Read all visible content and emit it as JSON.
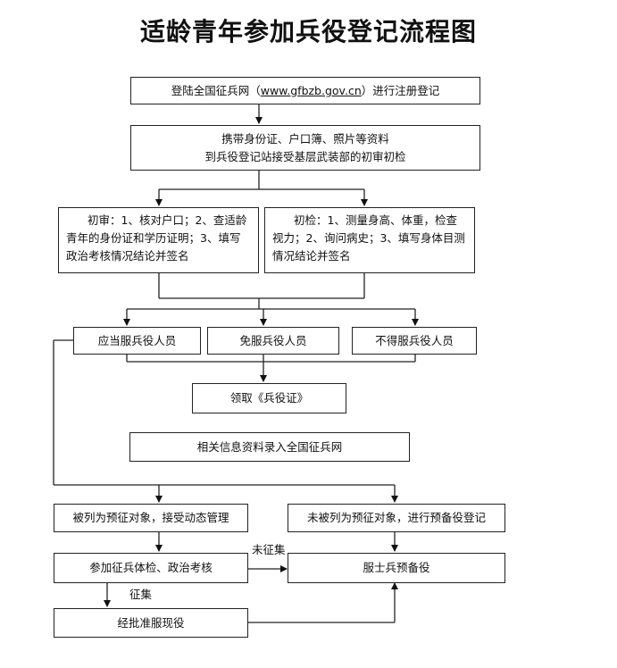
{
  "title": "适龄青年参加兵役登记流程图",
  "steps": {
    "register": {
      "prefix": "登陆全国征兵网（",
      "url": "www.gfbzb.gov.cn",
      "suffix": "）进行注册登记"
    },
    "bring_docs": {
      "line1": "携带身份证、户口簿、照片等资料",
      "line2": "到兵役登记站接受基层武装部的初审初检"
    },
    "initial_review": "初审：1、核对户口；2、查适龄青年的身份证和学历证明；3、填写政治考核情况结论并签名",
    "initial_check": "初检：1、测量身高、体重，检查视力；2、询问病史；3、填写身体目测情况结论并签名",
    "should_serve": "应当服兵役人员",
    "exempt": "免服兵役人员",
    "not_allowed": "不得服兵役人员",
    "get_card": "领取《兵役证》",
    "enter_info": "相关信息资料录入全国征兵网",
    "pre_listed": "被列为预征对象，接受动态管理",
    "not_pre_listed": "未被列为预征对象，进行预备役登记",
    "exam": "参加征兵体检、政治考核",
    "reserve": "服士兵预备役",
    "approved": "经批准服现役"
  },
  "edge_labels": {
    "not_enlisted": "未征集",
    "enlisted": "征集"
  }
}
